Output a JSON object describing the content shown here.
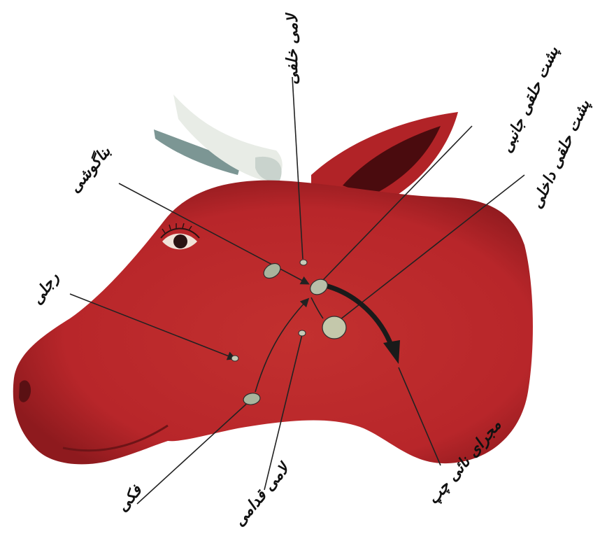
{
  "colors": {
    "head_fill": "#b8262a",
    "head_shadow": "#8e1a1e",
    "horn": "#e8ece6",
    "horn_shadow": "#9fb2ad",
    "node": "#a9b49c",
    "leader_line": "#222222",
    "arrow": "#1a1a1a",
    "label_text": "#111111"
  },
  "labels": {
    "lami_khalfi": "لامی خلفی",
    "posht_halghi_janebi": "پشت حلقی جانبی",
    "posht_halghi_dakheli": "پشت حلقی داخلی",
    "banagooshi": "بناگوشی",
    "rejli": "رجلی",
    "fakki": "فکی",
    "lami_ghodami": "لامی قدامی",
    "majraye_nai_chap": "مجرای نائی چپ"
  },
  "icons": {
    "head": "cow-head-icon",
    "eye": "eye-icon",
    "horn": "horn-icon",
    "ear": "ear-icon"
  }
}
